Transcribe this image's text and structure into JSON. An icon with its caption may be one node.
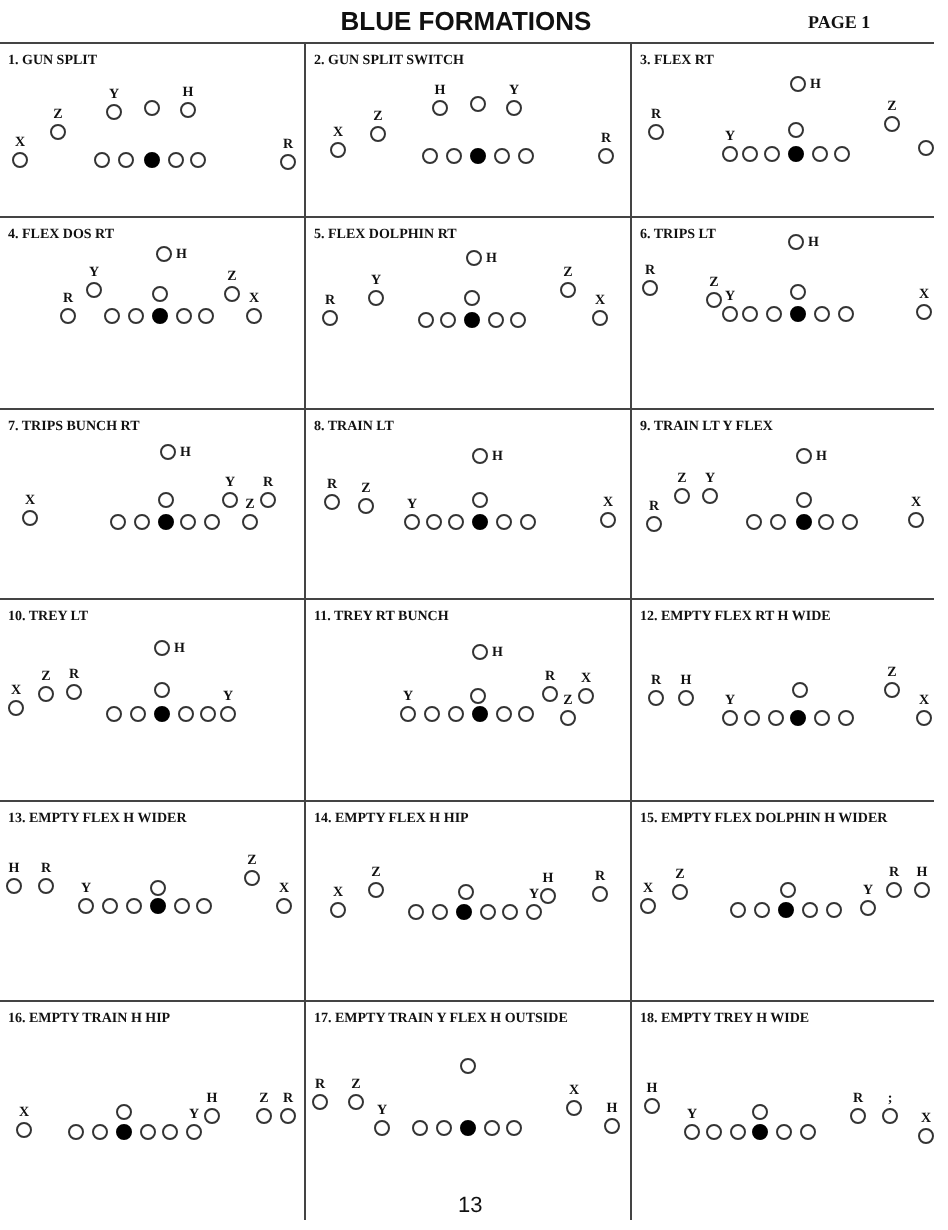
{
  "diagram": {
    "title": "BLUE FORMATIONS",
    "nodes": [
      {
        "text": [
          "1. GUN SPLIT"
        ]
      },
      {
        "text": [],
        "shape": "circle",
        "in": 0,
        "beside": [
          "X"
        ]
      },
      {
        "text": [],
        "shape": "circle",
        "in": 0,
        "beside": [
          "Z"
        ]
      },
      {
        "text": [],
        "shape": "circle",
        "in": 0
      },
      {
        "text": [],
        "shape": "circle",
        "in": 0,
        "beside": [
          "Y"
        ]
      },
      {
        "text": [],
        "shape": "circle",
        "in": 0
      },
      {
        "text": [],
        "shape": "circle",
        "in": 0
      },
      {
        "text": [],
        "shape": "circle",
        "in": 0
      },
      {
        "text": [],
        "shape": "circle",
        "in": 0
      },
      {
        "text": [],
        "shape": "circle",
        "in": 0,
        "beside": [
          "H"
        ]
      },
      {
        "text": [],
        "shape": "circle",
        "in": 0
      },
      {
        "text": [],
        "shape": "circle",
        "in": 0,
        "beside": [
          "R"
        ]
      },
      {
        "text": [
          "2. GUN SPLIT SWITCH"
        ]
      },
      {
        "text": [],
        "shape": "circle",
        "in": 12,
        "beside": [
          "X"
        ]
      },
      {
        "text": [],
        "shape": "circle",
        "in": 12,
        "beside": [
          "Z"
        ]
      },
      {
        "text": [],
        "shape": "circle",
        "in": 12
      },
      {
        "text": [],
        "shape": "circle",
        "in": 12,
        "beside": [
          "H"
        ]
      },
      {
        "text": [],
        "shape": "circle",
        "in": 12
      },
      {
        "text": [],
        "shape": "circle",
        "in": 12
      },
      {
        "text": [],
        "shape": "circle",
        "in": 12
      },
      {
        "text": [],
        "shape": "circle",
        "in": 12
      },
      {
        "text": [],
        "shape": "circle",
        "in": 12,
        "beside": [
          "Y"
        ]
      },
      {
        "text": [],
        "shape": "circle",
        "in": 12
      },
      {
        "text": [],
        "shape": "circle",
        "in": 12,
        "beside": [
          "R"
        ]
      },
      {
        "text": [
          "3. FLEX RT"
        ]
      },
      {
        "text": [],
        "shape": "circle",
        "in": 24,
        "beside": [
          "R"
        ]
      },
      {
        "text": [],
        "shape": "circle",
        "in": 24,
        "beside": [
          "Y"
        ]
      },
      {
        "text": [],
        "shape": "circle",
        "in": 24
      },
      {
        "text": [],
        "shape": "circle",
        "in": 24
      },
      {
        "text": [],
        "shape": "circle",
        "in": 24
      },
      {
        "text": [],
        "shape": "circle",
        "in": 24
      },
      {
        "text": [],
        "shape": "circle",
        "in": 24,
        "beside": [
          "H"
        ]
      },
      {
        "text": [],
        "shape": "circle",
        "in": 24
      },
      {
        "text": [],
        "shape": "circle",
        "in": 24
      },
      {
        "text": [],
        "shape": "circle",
        "in": 24,
        "beside": [
          "Z"
        ]
      },
      {
        "text": [],
        "shape": "circle",
        "in": 24
      },
      {
        "text": [
          "4. FLEX DOS RT"
        ]
      },
      {
        "text": [],
        "shape": "circle",
        "in": 36,
        "beside": [
          "R"
        ]
      },
      {
        "text": [],
        "shape": "circle",
        "in": 36,
        "beside": [
          "Y"
        ]
      },
      {
        "text": [],
        "shape": "circle",
        "in": 36
      },
      {
        "text": [],
        "shape": "circle",
        "in": 36
      },
      {
        "text": [],
        "shape": "circle",
        "in": 36
      },
      {
        "text": [],
        "shape": "circle",
        "in": 36
      },
      {
        "text": [],
        "shape": "circle",
        "in": 36,
        "beside": [
          "H"
        ]
      },
      {
        "text": [],
        "shape": "circle",
        "in": 36
      },
      {
        "text": [],
        "shape": "circle",
        "in": 36
      },
      {
        "text": [],
        "shape": "circle",
        "in": 36,
        "beside": [
          "Z"
        ]
      },
      {
        "text": [],
        "shape": "circle",
        "in": 36,
        "beside": [
          "X"
        ]
      },
      {
        "text": [
          "5. FLEX DOLPHIN RT"
        ]
      },
      {
        "text": [],
        "shape": "circle",
        "in": 48,
        "beside": [
          "R"
        ]
      },
      {
        "text": [],
        "shape": "circle",
        "in": 48,
        "beside": [
          "Y"
        ]
      },
      {
        "text": [],
        "shape": "circle",
        "in": 48
      },
      {
        "text": [],
        "shape": "circle",
        "in": 48
      },
      {
        "text": [],
        "shape": "circle",
        "in": 48
      },
      {
        "text": [],
        "shape": "circle",
        "in": 48
      },
      {
        "text": [],
        "shape": "circle",
        "in": 48,
        "beside": [
          "H"
        ]
      },
      {
        "text": [],
        "shape": "circle",
        "in": 48
      },
      {
        "text": [],
        "shape": "circle",
        "in": 48
      },
      {
        "text": [],
        "shape": "circle",
        "in": 48,
        "beside": [
          "Z"
        ]
      },
      {
        "text": [],
        "shape": "circle",
        "in": 48,
        "beside": [
          "X"
        ]
      },
      {
        "text": [
          "6. TRIPS LT"
        ]
      },
      {
        "text": [],
        "shape": "circle",
        "in": 60,
        "beside": [
          "R"
        ]
      },
      {
        "text": [],
        "shape": "circle",
        "in": 60,
        "beside": [
          "Z"
        ]
      },
      {
        "text": [],
        "shape": "circle",
        "in": 60,
        "beside": [
          "Y"
        ]
      },
      {
        "text": [],
        "shape": "circle",
        "in": 60
      },
      {
        "text": [],
        "shape": "circle",
        "in": 60
      },
      {
        "text": [],
        "shape": "circle",
        "in": 60,
        "beside": [
          "H"
        ]
      },
      {
        "text": [],
        "shape": "circle",
        "in": 60
      },
      {
        "text": [],
        "shape": "circle",
        "in": 60
      },
      {
        "text": [],
        "shape": "circle",
        "in": 60
      },
      {
        "text": [],
        "shape": "circle",
        "in": 60
      },
      {
        "text": [],
        "shape": "circle",
        "in": 60,
        "beside": [
          "X"
        ]
      },
      {
        "text": [
          "7. TRIPS BUNCH RT"
        ]
      },
      {
        "text": [],
        "shape": "circle",
        "in": 72,
        "beside": [
          "X"
        ]
      },
      {
        "text": [],
        "shape": "circle",
        "in": 72
      },
      {
        "text": [],
        "shape": "circle",
        "in": 72
      },
      {
        "text": [],
        "shape": "circle",
        "in": 72
      },
      {
        "text": [],
        "shape": "circle",
        "in": 72
      },
      {
        "text": [],
        "shape": "circle",
        "in": 72,
        "beside": [
          "H"
        ]
      },
      {
        "text": [],
        "shape": "circle",
        "in": 72
      },
      {
        "text": [],
        "shape": "circle",
        "in": 72
      },
      {
        "text": [],
        "shape": "circle",
        "in": 72,
        "beside": [
          "Y"
        ]
      },
      {
        "text": [],
        "shape": "circle",
        "in": 72,
        "beside": [
          "Z"
        ]
      },
      {
        "text": [],
        "shape": "circle",
        "in": 72,
        "beside": [
          "R"
        ]
      },
      {
        "text": [
          "8.  TRAIN LT"
        ]
      },
      {
        "text": [],
        "shape": "circle",
        "in": 84,
        "beside": [
          "R"
        ]
      },
      {
        "text": [],
        "shape": "circle",
        "in": 84,
        "beside": [
          "Z"
        ]
      },
      {
        "text": [],
        "shape": "circle",
        "in": 84,
        "beside": [
          "Y"
        ]
      },
      {
        "text": [],
        "shape": "circle",
        "in": 84
      },
      {
        "text": [],
        "shape": "circle",
        "in": 84
      },
      {
        "text": [],
        "shape": "circle",
        "in": 84,
        "beside": [
          "H"
        ]
      },
      {
        "text": [],
        "shape": "circle",
        "in": 84
      },
      {
        "text": [],
        "shape": "circle",
        "in": 84
      },
      {
        "text": [],
        "shape": "circle",
        "in": 84
      },
      {
        "text": [],
        "shape": "circle",
        "in": 84
      },
      {
        "text": [],
        "shape": "circle",
        "in": 84,
        "beside": [
          "X"
        ]
      },
      {
        "text": [
          "9. TRAIN LT Y FLEX"
        ]
      },
      {
        "text": [],
        "shape": "circle",
        "in": 96,
        "beside": [
          "R"
        ]
      },
      {
        "text": [],
        "shape": "circle",
        "in": 96,
        "beside": [
          "Z"
        ]
      },
      {
        "text": [],
        "shape": "circle",
        "in": 96,
        "beside": [
          "Y"
        ]
      },
      {
        "text": [],
        "shape": "circle",
        "in": 96
      },
      {
        "text": [],
        "shape": "circle",
        "in": 96
      },
      {
        "text": [],
        "shape": "circle",
        "in": 96,
        "beside": [
          "H"
        ]
      },
      {
        "text": [],
        "shape": "circle",
        "in": 96
      },
      {
        "text": [],
        "shape": "circle",
        "in": 96
      },
      {
        "text": [],
        "shape": "circle",
        "in": 96
      },
      {
        "text": [],
        "shape": "circle",
        "in": 96
      },
      {
        "text": [],
        "shape": "circle",
        "in": 96,
        "beside": [
          "X"
        ]
      },
      {
        "text": [
          "10. TREY LT"
        ]
      },
      {
        "text": [],
        "shape": "circle",
        "in": 108,
        "beside": [
          "X"
        ]
      },
      {
        "text": [],
        "shape": "circle",
        "in": 108,
        "beside": [
          "Z"
        ]
      },
      {
        "text": [],
        "shape": "circle",
        "in": 108,
        "beside": [
          "R"
        ]
      },
      {
        "text": [],
        "shape": "circle",
        "in": 108
      },
      {
        "text": [],
        "shape": "circle",
        "in": 108
      },
      {
        "text": [],
        "shape": "circle",
        "in": 108,
        "beside": [
          "H"
        ]
      },
      {
        "text": [],
        "shape": "circle",
        "in": 108
      },
      {
        "text": [],
        "shape": "circle",
        "in": 108
      },
      {
        "text": [],
        "shape": "circle",
        "in": 108
      },
      {
        "text": [],
        "shape": "circle",
        "in": 108
      },
      {
        "text": [],
        "shape": "circle",
        "in": 108,
        "beside": [
          "Y"
        ]
      },
      {
        "text": [
          "11.  TREY RT BUNCH"
        ]
      },
      {
        "text": [],
        "shape": "circle",
        "in": 120,
        "beside": [
          "Y"
        ]
      },
      {
        "text": [],
        "shape": "circle",
        "in": 120
      },
      {
        "text": [],
        "shape": "circle",
        "in": 120
      },
      {
        "text": [],
        "shape": "circle",
        "in": 120
      },
      {
        "text": [],
        "shape": "circle",
        "in": 120,
        "beside": [
          "H"
        ]
      },
      {
        "text": [],
        "shape": "circle",
        "in": 120
      },
      {
        "text": [],
        "shape": "circle",
        "in": 120
      },
      {
        "text": [],
        "shape": "circle",
        "in": 120
      },
      {
        "text": [],
        "shape": "circle",
        "in": 120,
        "beside": [
          "R"
        ]
      },
      {
        "text": [],
        "shape": "circle",
        "in": 120,
        "beside": [
          "Z"
        ]
      },
      {
        "text": [],
        "shape": "circle",
        "in": 120,
        "beside": [
          "X"
        ]
      },
      {
        "text": [
          "12. EMPTY FLEX RT H WIDE"
        ]
      },
      {
        "text": [],
        "shape": "circle",
        "in": 132,
        "beside": [
          "R"
        ]
      },
      {
        "text": [],
        "shape": "circle",
        "in": 132,
        "beside": [
          "H"
        ]
      },
      {
        "text": [],
        "shape": "circle",
        "in": 132,
        "beside": [
          "Y"
        ]
      },
      {
        "text": [],
        "shape": "circle",
        "in": 132
      },
      {
        "text": [],
        "shape": "circle",
        "in": 132
      },
      {
        "text": [],
        "shape": "circle",
        "in": 132
      },
      {
        "text": [],
        "shape": "circle",
        "in": 132
      },
      {
        "text": [],
        "shape": "circle",
        "in": 132
      },
      {
        "text": [],
        "shape": "circle",
        "in": 132
      },
      {
        "text": [],
        "shape": "circle",
        "in": 132,
        "beside": [
          "Z"
        ]
      },
      {
        "text": [],
        "shape": "circle",
        "in": 132,
        "beside": [
          "X"
        ]
      },
      {
        "text": [
          "13. EMPTY FLEX H WIDER"
        ]
      },
      {
        "text": [],
        "shape": "circle",
        "in": 144,
        "beside": [
          "H"
        ]
      },
      {
        "text": [],
        "shape": "circle",
        "in": 144,
        "beside": [
          "R"
        ]
      },
      {
        "text": [],
        "shape": "circle",
        "in": 144,
        "beside": [
          "Y"
        ]
      },
      {
        "text": [],
        "shape": "circle",
        "in": 144
      },
      {
        "text": [],
        "shape": "circle",
        "in": 144
      },
      {
        "text": [],
        "shape": "circle",
        "in": 144
      },
      {
        "text": [],
        "shape": "circle",
        "in": 144
      },
      {
        "text": [],
        "shape": "circle",
        "in": 144
      },
      {
        "text": [],
        "shape": "circle",
        "in": 144
      },
      {
        "text": [],
        "shape": "circle",
        "in": 144,
        "beside": [
          "Z"
        ]
      },
      {
        "text": [],
        "shape": "circle",
        "in": 144,
        "beside": [
          "X"
        ]
      },
      {
        "text": [
          "14. EMPTY FLEX H HIP"
        ]
      },
      {
        "text": [],
        "shape": "circle",
        "in": 156,
        "beside": [
          "X"
        ]
      },
      {
        "text": [],
        "shape": "circle",
        "in": 156,
        "beside": [
          "Z"
        ]
      },
      {
        "text": [],
        "shape": "circle",
        "in": 156
      },
      {
        "text": [],
        "shape": "circle",
        "in": 156
      },
      {
        "text": [],
        "shape": "circle",
        "in": 156
      },
      {
        "text": [],
        "shape": "circle",
        "in": 156
      },
      {
        "text": [],
        "shape": "circle",
        "in": 156
      },
      {
        "text": [],
        "shape": "circle",
        "in": 156
      },
      {
        "text": [],
        "shape": "circle",
        "in": 156,
        "beside": [
          "Y"
        ]
      },
      {
        "text": [],
        "shape": "circle",
        "in": 156,
        "beside": [
          "H"
        ]
      },
      {
        "text": [],
        "shape": "circle",
        "in": 156,
        "beside": [
          "R"
        ]
      },
      {
        "text": [
          "15. EMPTY FLEX DOLPHIN H WIDER"
        ]
      },
      {
        "text": [],
        "shape": "circle",
        "in": 168,
        "beside": [
          "X"
        ]
      },
      {
        "text": [],
        "shape": "circle",
        "in": 168,
        "beside": [
          "Z"
        ]
      },
      {
        "text": [],
        "shape": "circle",
        "in": 168
      },
      {
        "text": [],
        "shape": "circle",
        "in": 168
      },
      {
        "text": [],
        "shape": "circle",
        "in": 168
      },
      {
        "text": [],
        "shape": "circle",
        "in": 168
      },
      {
        "text": [],
        "shape": "circle",
        "in": 168
      },
      {
        "text": [],
        "shape": "circle",
        "in": 168
      },
      {
        "text": [],
        "shape": "circle",
        "in": 168,
        "beside": [
          "Y"
        ]
      },
      {
        "text": [],
        "shape": "circle",
        "in": 168,
        "beside": [
          "R"
        ]
      },
      {
        "text": [],
        "shape": "circle",
        "in": 168,
        "beside": [
          "H"
        ]
      },
      {
        "text": [
          "16. EMPTY TRAIN H HIP"
        ]
      },
      {
        "text": [],
        "shape": "circle",
        "in": 180,
        "beside": [
          "X"
        ]
      },
      {
        "text": [],
        "shape": "circle",
        "in": 180
      },
      {
        "text": [],
        "shape": "circle",
        "in": 180
      },
      {
        "text": [],
        "shape": "circle",
        "in": 180
      },
      {
        "text": [],
        "shape": "circle",
        "in": 180
      },
      {
        "text": [],
        "shape": "circle",
        "in": 180
      },
      {
        "text": [],
        "shape": "circle",
        "in": 180
      },
      {
        "text": [],
        "shape": "circle",
        "in": 180,
        "beside": [
          "Y"
        ]
      },
      {
        "text": [],
        "shape": "circle",
        "in": 180,
        "beside": [
          "H"
        ]
      },
      {
        "text": [],
        "shape": "circle",
        "in": 180,
        "beside": [
          "Z"
        ]
      },
      {
        "text": [],
        "shape": "circle",
        "in": 180,
        "beside": [
          "R"
        ]
      },
      {
        "text": [
          "17. EMPTY TRAIN Y FLEX H OUTSIDE"
        ]
      },
      {
        "text": [],
        "shape": "circle",
        "in": 192,
        "beside": [
          "R"
        ]
      },
      {
        "text": [],
        "shape": "circle",
        "in": 192,
        "beside": [
          "Z"
        ]
      },
      {
        "text": [],
        "shape": "circle",
        "in": 192,
        "beside": [
          "Y"
        ]
      },
      {
        "text": [],
        "shape": "circle",
        "in": 192
      },
      {
        "text": [],
        "shape": "circle",
        "in": 192
      },
      {
        "text": [],
        "shape": "circle",
        "in": 192
      },
      {
        "text": [],
        "shape": "circle",
        "in": 192
      },
      {
        "text": [],
        "shape": "circle",
        "in": 192
      },
      {
        "text": [],
        "shape": "circle",
        "in": 192
      },
      {
        "text": [],
        "shape": "circle",
        "in": 192,
        "beside": [
          "X"
        ]
      },
      {
        "text": [],
        "shape": "circle",
        "in": 192,
        "beside": [
          "H"
        ]
      },
      {
        "text": [
          "18. EMPTY TREY H WIDE"
        ]
      },
      {
        "text": [],
        "shape": "circle",
        "in": 204,
        "beside": [
          "H"
        ]
      },
      {
        "text": [],
        "shape": "circle",
        "in": 204,
        "beside": [
          "Y"
        ]
      },
      {
        "text": [],
        "shape": "circle",
        "in": 204
      },
      {
        "text": [],
        "shape": "circle",
        "in": 204
      },
      {
        "text": [],
        "shape": "circle",
        "in": 204
      },
      {
        "text": [],
        "shape": "circle",
        "in": 204
      },
      {
        "text": [],
        "shape": "circle",
        "in": 204
      },
      {
        "text": [],
        "shape": "circle",
        "in": 204
      },
      {
        "text": [],
        "shape": "circle",
        "in": 204,
        "beside": [
          "R"
        ]
      },
      {
        "text": [],
        "shape": "circle",
        "in": 204,
        "beside": [
          ";"
        ]
      },
      {
        "text": [],
        "shape": "circle",
        "in": 204,
        "beside": [
          "X"
        ]
      }
    ],
    "labels": [
      "PAGE 1",
      "13"
    ]
  }
}
